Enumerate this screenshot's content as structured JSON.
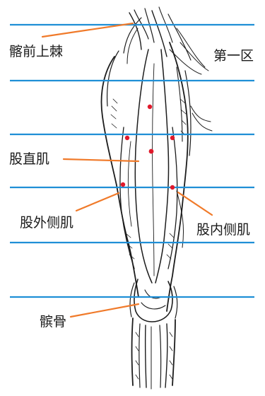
{
  "labels": {
    "asis": "髂前上棘",
    "zone": "第一区",
    "rectus": "股直肌",
    "lateralis": "股外侧肌",
    "medialis": "股内侧肌",
    "patella": "髌骨"
  },
  "colors": {
    "guide_line": "#1f8fd6",
    "leader_line": "#f07a2a",
    "marker": "#e0192b",
    "sketch": "#1c1c1c"
  }
}
